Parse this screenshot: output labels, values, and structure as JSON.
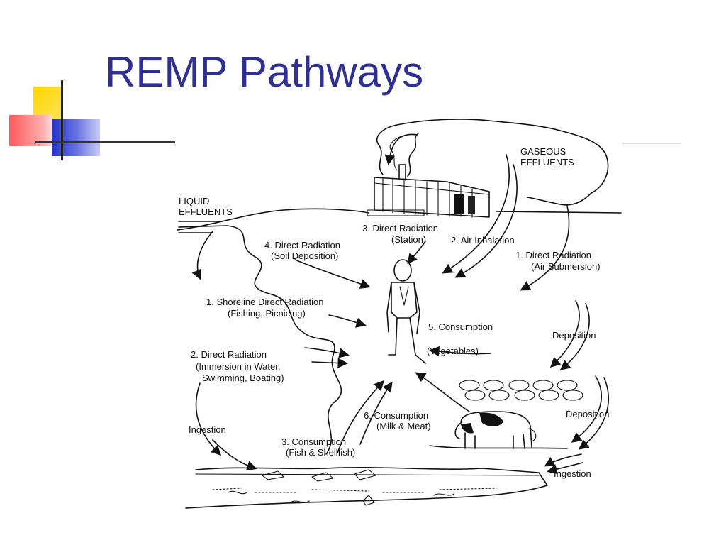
{
  "slide": {
    "title": "REMP Pathways"
  },
  "diagram": {
    "sources": {
      "gaseous_line1": "GASEOUS",
      "gaseous_line2": "EFFLUENTS",
      "liquid_line1": "LIQUID",
      "liquid_line2": "EFFLUENTS"
    },
    "pathways": {
      "station_line1": "3. Direct Radiation",
      "station_line2": "(Station)",
      "air_inhalation": "2. Air Inhalation",
      "air_submersion_line1": "1. Direct Radiation",
      "air_submersion_line2": "(Air Submersion)",
      "soil_line1": "4. Direct Radiation",
      "soil_line2": "(Soil Deposition)",
      "shoreline_line1": "1. Shoreline Direct Radiation",
      "shoreline_line2": "(Fishing, Picnicing)",
      "vegetables_line1": "5. Consumption",
      "vegetables_line2": "(Vegetables)",
      "immersion_line1": "2. Direct Radiation",
      "immersion_line2": "(Immersion in Water,",
      "immersion_line3": "Swimming, Boating)",
      "milk_line1": "6. Consumption",
      "milk_line2": "(Milk & Meat)",
      "fish_line1": "3. Consumption",
      "fish_line2": "(Fish & Shellfish)",
      "deposition_upper": "Deposition",
      "deposition_lower": "Deposition",
      "ingestion_left": "Ingestion",
      "ingestion_right": "Ingestion"
    }
  }
}
